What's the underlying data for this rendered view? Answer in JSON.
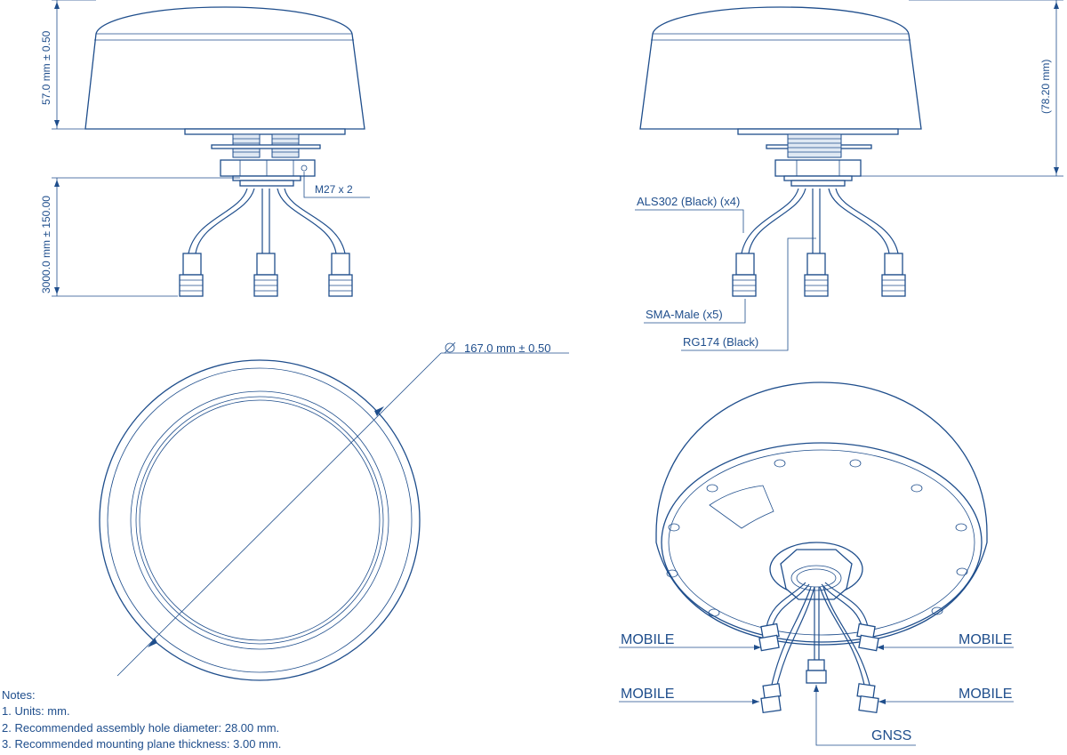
{
  "dimensions": {
    "height_front": "57.0 mm ± 0.50",
    "height_total": "(78.20 mm)",
    "cable_length": "3000.0 mm ± 150.00",
    "thread": "M27 x 2",
    "diameter": "167.0 mm ± 0.50"
  },
  "callouts": {
    "cable_als": "ALS302 (Black) (x4)",
    "connector": "SMA-Male (x5)",
    "cable_rg": "RG174 (Black)"
  },
  "ports": {
    "mobile_top_left": "MOBILE",
    "mobile_top_right": "MOBILE",
    "mobile_bottom_left": "MOBILE",
    "mobile_bottom_right": "MOBILE",
    "gnss": "GNSS"
  },
  "notes": {
    "title": "Notes:",
    "items": [
      "1. Units: mm.",
      "2. Recommended assembly hole diameter: 28.00 mm.",
      "3. Recommended mounting plane thickness: 3.00 mm."
    ]
  },
  "colors": {
    "line": "#1f4e8c",
    "fill": "#ffffff",
    "shade": "#dfe8f3"
  }
}
